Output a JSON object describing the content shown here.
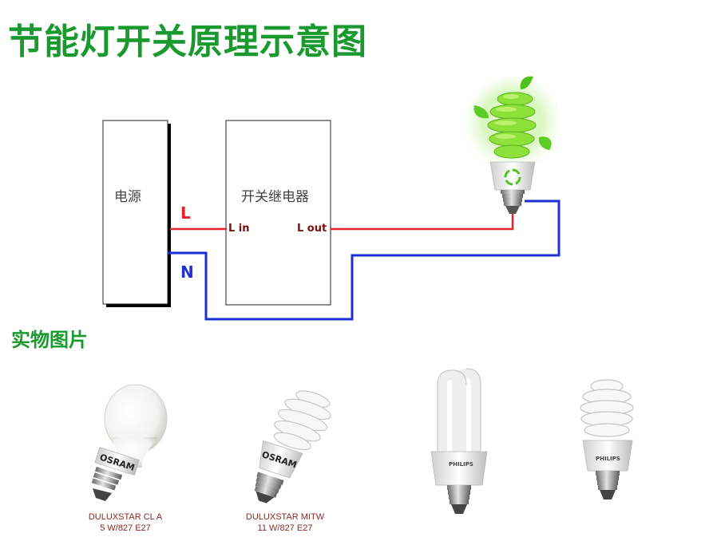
{
  "title": "节能灯开关原理示意图",
  "subtitle": "实物图片",
  "diagram": {
    "power_label": "电源",
    "relay_label": "开关继电器",
    "L_label": "L",
    "N_label": "N",
    "lin_label": "L in",
    "lout_label": "L out"
  },
  "colors": {
    "title": "#1a9a2e",
    "live_wire": "#e8222a",
    "neutral_wire": "#1f2fd6",
    "caption": "#8b2a1f"
  },
  "photos": [
    {
      "line1": "DULUXSTAR CL A",
      "line2": "5 W/827 E27",
      "brand": "OSRAM"
    },
    {
      "line1": "DULUXSTAR MITW",
      "line2": "11 W/827 E27",
      "brand": "OSRAM"
    },
    {
      "brand": "PHILIPS"
    },
    {
      "brand": "PHILIPS"
    }
  ]
}
